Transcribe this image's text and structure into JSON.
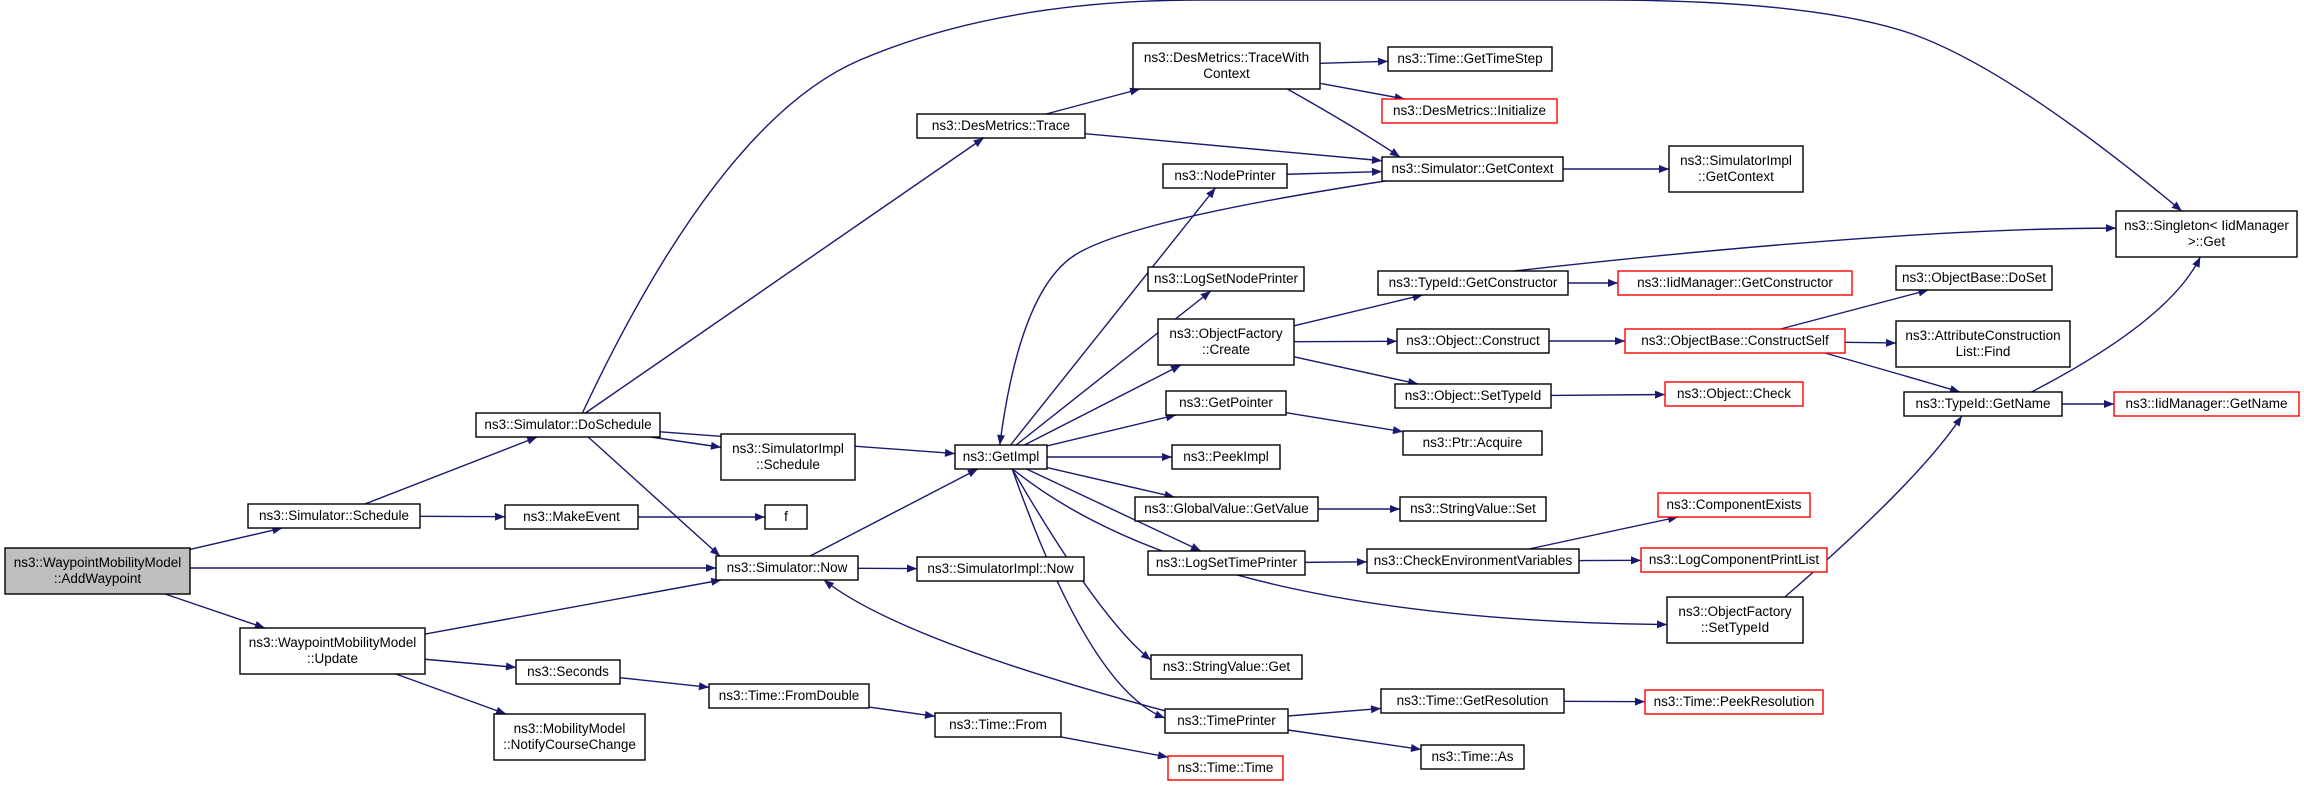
{
  "nodes": [
    {
      "id": "root",
      "lines": [
        "ns3::WaypointMobilityModel",
        "::AddWaypoint"
      ],
      "style": "root"
    },
    {
      "id": "sim_schedule",
      "lines": [
        "ns3::Simulator::Schedule"
      ],
      "style": "normal"
    },
    {
      "id": "sim_now",
      "lines": [
        "ns3::Simulator::Now"
      ],
      "style": "normal"
    },
    {
      "id": "wmm_update",
      "lines": [
        "ns3::WaypointMobilityModel",
        "::Update"
      ],
      "style": "normal"
    },
    {
      "id": "sim_doschedule",
      "lines": [
        "ns3::Simulator::DoSchedule"
      ],
      "style": "normal"
    },
    {
      "id": "makeevent",
      "lines": [
        "ns3::MakeEvent"
      ],
      "style": "normal"
    },
    {
      "id": "f",
      "lines": [
        "f"
      ],
      "style": "normal"
    },
    {
      "id": "simimpl_schedule",
      "lines": [
        "ns3::SimulatorImpl",
        "::Schedule"
      ],
      "style": "normal"
    },
    {
      "id": "seconds",
      "lines": [
        "ns3::Seconds"
      ],
      "style": "normal"
    },
    {
      "id": "notifycoursechange",
      "lines": [
        "ns3::MobilityModel",
        "::NotifyCourseChange"
      ],
      "style": "normal"
    },
    {
      "id": "time_fromdouble",
      "lines": [
        "ns3::Time::FromDouble"
      ],
      "style": "normal"
    },
    {
      "id": "desmetrics_trace",
      "lines": [
        "ns3::DesMetrics::Trace"
      ],
      "style": "normal"
    },
    {
      "id": "getimpl",
      "lines": [
        "ns3::GetImpl"
      ],
      "style": "normal"
    },
    {
      "id": "simimpl_now",
      "lines": [
        "ns3::SimulatorImpl::Now"
      ],
      "style": "normal"
    },
    {
      "id": "time_from",
      "lines": [
        "ns3::Time::From"
      ],
      "style": "normal"
    },
    {
      "id": "time_time",
      "lines": [
        "ns3::Time::Time"
      ],
      "style": "red"
    },
    {
      "id": "desmetrics_tracewithcontext",
      "lines": [
        "ns3::DesMetrics::TraceWith",
        "Context"
      ],
      "style": "normal"
    },
    {
      "id": "nodeprinter",
      "lines": [
        "ns3::NodePrinter"
      ],
      "style": "normal"
    },
    {
      "id": "logsetnodeprinter",
      "lines": [
        "ns3::LogSetNodePrinter"
      ],
      "style": "normal"
    },
    {
      "id": "objectfactory_create",
      "lines": [
        "ns3::ObjectFactory",
        "::Create"
      ],
      "style": "normal"
    },
    {
      "id": "getpointer",
      "lines": [
        "ns3::GetPointer"
      ],
      "style": "normal"
    },
    {
      "id": "peekimpl",
      "lines": [
        "ns3::PeekImpl"
      ],
      "style": "normal"
    },
    {
      "id": "globalvalue_getvalue",
      "lines": [
        "ns3::GlobalValue::GetValue"
      ],
      "style": "normal"
    },
    {
      "id": "logsettimeprinter",
      "lines": [
        "ns3::LogSetTimePrinter"
      ],
      "style": "normal"
    },
    {
      "id": "stringvalue_get",
      "lines": [
        "ns3::StringValue::Get"
      ],
      "style": "normal"
    },
    {
      "id": "timeprinter",
      "lines": [
        "ns3::TimePrinter"
      ],
      "style": "normal"
    },
    {
      "id": "time_gettimestep",
      "lines": [
        "ns3::Time::GetTimeStep"
      ],
      "style": "normal"
    },
    {
      "id": "desmetrics_initialize",
      "lines": [
        "ns3::DesMetrics::Initialize"
      ],
      "style": "red"
    },
    {
      "id": "sim_getcontext",
      "lines": [
        "ns3::Simulator::GetContext"
      ],
      "style": "normal"
    },
    {
      "id": "typeid_getconstructor",
      "lines": [
        "ns3::TypeId::GetConstructor"
      ],
      "style": "normal"
    },
    {
      "id": "object_construct",
      "lines": [
        "ns3::Object::Construct"
      ],
      "style": "normal"
    },
    {
      "id": "object_settypeid",
      "lines": [
        "ns3::Object::SetTypeId"
      ],
      "style": "normal"
    },
    {
      "id": "ptr_acquire",
      "lines": [
        "ns3::Ptr::Acquire"
      ],
      "style": "normal"
    },
    {
      "id": "stringvalue_set",
      "lines": [
        "ns3::StringValue::Set"
      ],
      "style": "normal"
    },
    {
      "id": "checkenvvars",
      "lines": [
        "ns3::CheckEnvironmentVariables"
      ],
      "style": "normal"
    },
    {
      "id": "objectfactory_settypeid",
      "lines": [
        "ns3::ObjectFactory",
        "::SetTypeId"
      ],
      "style": "normal"
    },
    {
      "id": "time_getresolution",
      "lines": [
        "ns3::Time::GetResolution"
      ],
      "style": "normal"
    },
    {
      "id": "time_as",
      "lines": [
        "ns3::Time::As"
      ],
      "style": "normal"
    },
    {
      "id": "simimpl_getcontext",
      "lines": [
        "ns3::SimulatorImpl",
        "::GetContext"
      ],
      "style": "normal"
    },
    {
      "id": "iidmanager_getconstructor",
      "lines": [
        "ns3::IidManager::GetConstructor"
      ],
      "style": "red"
    },
    {
      "id": "objectbase_constructself",
      "lines": [
        "ns3::ObjectBase::ConstructSelf"
      ],
      "style": "red"
    },
    {
      "id": "object_check",
      "lines": [
        "ns3::Object::Check"
      ],
      "style": "red"
    },
    {
      "id": "componentexists",
      "lines": [
        "ns3::ComponentExists"
      ],
      "style": "red"
    },
    {
      "id": "logcomponentprintlist",
      "lines": [
        "ns3::LogComponentPrintList"
      ],
      "style": "red"
    },
    {
      "id": "time_peekresolution",
      "lines": [
        "ns3::Time::PeekResolution"
      ],
      "style": "red"
    },
    {
      "id": "objectbase_doset",
      "lines": [
        "ns3::ObjectBase::DoSet"
      ],
      "style": "normal"
    },
    {
      "id": "attrconstructionlist_find",
      "lines": [
        "ns3::AttributeConstruction",
        "List::Find"
      ],
      "style": "normal"
    },
    {
      "id": "typeid_getname",
      "lines": [
        "ns3::TypeId::GetName"
      ],
      "style": "normal"
    },
    {
      "id": "singleton_get",
      "lines": [
        "ns3::Singleton< IidManager",
        ">::Get"
      ],
      "style": "normal"
    },
    {
      "id": "iidmanager_getname",
      "lines": [
        "ns3::IidManager::GetName"
      ],
      "style": "red"
    }
  ],
  "edges": [
    {
      "from": "root",
      "to": "sim_schedule"
    },
    {
      "from": "root",
      "to": "sim_now"
    },
    {
      "from": "root",
      "to": "wmm_update"
    },
    {
      "from": "sim_schedule",
      "to": "sim_doschedule"
    },
    {
      "from": "sim_schedule",
      "to": "makeevent"
    },
    {
      "from": "makeevent",
      "to": "f"
    },
    {
      "from": "sim_doschedule",
      "to": "desmetrics_trace"
    },
    {
      "from": "sim_doschedule",
      "to": "getimpl"
    },
    {
      "from": "sim_doschedule",
      "to": "simimpl_schedule"
    },
    {
      "from": "sim_doschedule",
      "to": "sim_now"
    },
    {
      "from": "sim_doschedule",
      "to": "singleton_get"
    },
    {
      "from": "sim_now",
      "to": "getimpl"
    },
    {
      "from": "sim_now",
      "to": "simimpl_now"
    },
    {
      "from": "wmm_update",
      "to": "sim_now"
    },
    {
      "from": "wmm_update",
      "to": "seconds"
    },
    {
      "from": "wmm_update",
      "to": "notifycoursechange"
    },
    {
      "from": "seconds",
      "to": "time_fromdouble"
    },
    {
      "from": "time_fromdouble",
      "to": "time_from"
    },
    {
      "from": "time_from",
      "to": "time_time"
    },
    {
      "from": "desmetrics_trace",
      "to": "desmetrics_tracewithcontext"
    },
    {
      "from": "desmetrics_trace",
      "to": "sim_getcontext"
    },
    {
      "from": "desmetrics_tracewithcontext",
      "to": "time_gettimestep"
    },
    {
      "from": "desmetrics_tracewithcontext",
      "to": "desmetrics_initialize"
    },
    {
      "from": "desmetrics_tracewithcontext",
      "to": "sim_getcontext"
    },
    {
      "from": "getimpl",
      "to": "nodeprinter"
    },
    {
      "from": "getimpl",
      "to": "logsetnodeprinter"
    },
    {
      "from": "getimpl",
      "to": "objectfactory_create"
    },
    {
      "from": "getimpl",
      "to": "getpointer"
    },
    {
      "from": "getimpl",
      "to": "peekimpl"
    },
    {
      "from": "getimpl",
      "to": "globalvalue_getvalue"
    },
    {
      "from": "getimpl",
      "to": "logsettimeprinter"
    },
    {
      "from": "getimpl",
      "to": "stringvalue_get"
    },
    {
      "from": "getimpl",
      "to": "timeprinter"
    },
    {
      "from": "getimpl",
      "to": "objectfactory_settypeid"
    },
    {
      "from": "nodeprinter",
      "to": "sim_getcontext"
    },
    {
      "from": "sim_getcontext",
      "to": "getimpl"
    },
    {
      "from": "sim_getcontext",
      "to": "simimpl_getcontext"
    },
    {
      "from": "objectfactory_create",
      "to": "typeid_getconstructor"
    },
    {
      "from": "objectfactory_create",
      "to": "object_construct"
    },
    {
      "from": "objectfactory_create",
      "to": "object_settypeid"
    },
    {
      "from": "typeid_getconstructor",
      "to": "iidmanager_getconstructor"
    },
    {
      "from": "typeid_getconstructor",
      "to": "singleton_get"
    },
    {
      "from": "object_construct",
      "to": "objectbase_constructself"
    },
    {
      "from": "object_settypeid",
      "to": "object_check"
    },
    {
      "from": "getpointer",
      "to": "ptr_acquire"
    },
    {
      "from": "globalvalue_getvalue",
      "to": "stringvalue_set"
    },
    {
      "from": "logsettimeprinter",
      "to": "checkenvvars"
    },
    {
      "from": "checkenvvars",
      "to": "componentexists"
    },
    {
      "from": "checkenvvars",
      "to": "logcomponentprintlist"
    },
    {
      "from": "timeprinter",
      "to": "sim_now"
    },
    {
      "from": "timeprinter",
      "to": "time_getresolution"
    },
    {
      "from": "timeprinter",
      "to": "time_as"
    },
    {
      "from": "time_getresolution",
      "to": "time_peekresolution"
    },
    {
      "from": "objectfactory_settypeid",
      "to": "typeid_getname"
    },
    {
      "from": "objectbase_constructself",
      "to": "objectbase_doset"
    },
    {
      "from": "objectbase_constructself",
      "to": "attrconstructionlist_find"
    },
    {
      "from": "objectbase_constructself",
      "to": "typeid_getname"
    },
    {
      "from": "typeid_getname",
      "to": "singleton_get"
    },
    {
      "from": "typeid_getname",
      "to": "iidmanager_getname"
    }
  ]
}
